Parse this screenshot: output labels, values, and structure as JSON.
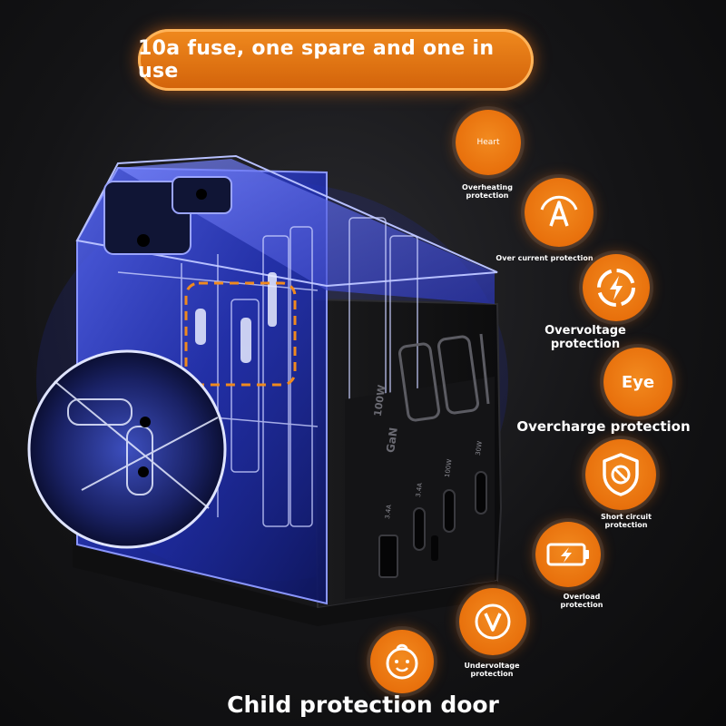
{
  "banner": {
    "text": "10a fuse, one spare and one in use"
  },
  "product": {
    "brand_mark": "GaN",
    "wattage": "100W",
    "port_labels": [
      "3.4A",
      "3.4A",
      "100W",
      "30W"
    ]
  },
  "features": [
    {
      "label": "Overheating\nprotection",
      "icon": "heat-icon",
      "icon_text": "Heart"
    },
    {
      "label": "Over current protection",
      "icon": "current-a-icon",
      "icon_text": "A"
    },
    {
      "label": "Overvoltage protection",
      "icon": "lightning-ring-icon"
    },
    {
      "label": "Overcharge protection",
      "icon": "eye-icon",
      "icon_text": "Eye"
    },
    {
      "label": "Short circuit\nprotection",
      "icon": "shield-icon"
    },
    {
      "label": "Overload\nprotection",
      "icon": "battery-bolt-icon"
    },
    {
      "label": "Undervoltage\nprotection",
      "icon": "v-circle-icon",
      "icon_text": "V"
    },
    {
      "label": "",
      "icon": "baby-face-icon"
    }
  ],
  "footer": {
    "text": "Child protection door"
  },
  "colors": {
    "accent": "#e8700c",
    "glow": "#3a55ff",
    "background": "#141416"
  }
}
